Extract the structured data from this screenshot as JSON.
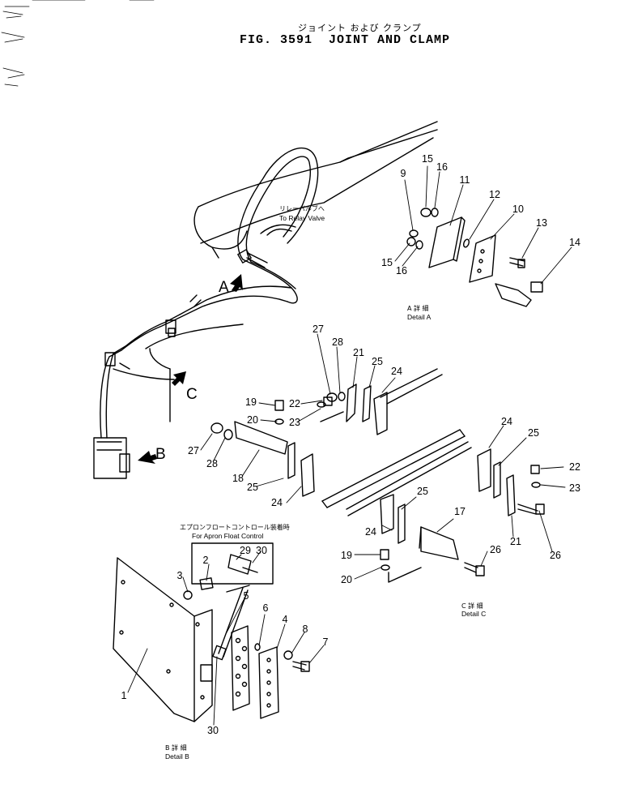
{
  "header": {
    "title_jp": "ジョイント および クランプ",
    "title": "FIG. 3591  JOINT AND CLAMP"
  },
  "notes": {
    "relay_jp": "リレーバルブへ",
    "relay_en": "To Relay Valve",
    "apron_jp": "エプロンフロートコントロール装着時",
    "apron_en": "For Apron Float Control",
    "detail_a_jp": "A 詳 細",
    "detail_a_en": "Detail A",
    "detail_b_jp": "B 詳 細",
    "detail_b_en": "Detail B",
    "detail_c_jp": "C 詳 細",
    "detail_c_en": "Detail C"
  },
  "view_markers": [
    "A",
    "B",
    "C"
  ],
  "part_numbers": [
    "1",
    "2",
    "3",
    "4",
    "5",
    "6",
    "7",
    "8",
    "9",
    "10",
    "11",
    "12",
    "13",
    "14",
    "15",
    "16",
    "17",
    "18",
    "19",
    "20",
    "21",
    "22",
    "23",
    "24",
    "25",
    "26",
    "27",
    "28",
    "29",
    "30"
  ],
  "callouts": [
    {
      "id": "15a",
      "label": "15"
    },
    {
      "id": "16a",
      "label": "16"
    },
    {
      "id": "9",
      "label": "9"
    },
    {
      "id": "11",
      "label": "11"
    },
    {
      "id": "12",
      "label": "12"
    },
    {
      "id": "10",
      "label": "10"
    },
    {
      "id": "13",
      "label": "13"
    },
    {
      "id": "14",
      "label": "14"
    },
    {
      "id": "15b",
      "label": "15"
    },
    {
      "id": "16b",
      "label": "16"
    },
    {
      "id": "27a",
      "label": "27"
    },
    {
      "id": "28a",
      "label": "28"
    },
    {
      "id": "21a",
      "label": "21"
    },
    {
      "id": "25a",
      "label": "25"
    },
    {
      "id": "24a",
      "label": "24"
    },
    {
      "id": "19a",
      "label": "19"
    },
    {
      "id": "22a",
      "label": "22"
    },
    {
      "id": "20a",
      "label": "20"
    },
    {
      "id": "23a",
      "label": "23"
    },
    {
      "id": "27b",
      "label": "27"
    },
    {
      "id": "28b",
      "label": "28"
    },
    {
      "id": "18",
      "label": "18"
    },
    {
      "id": "25b",
      "label": "25"
    },
    {
      "id": "24b",
      "label": "24"
    },
    {
      "id": "24c",
      "label": "24"
    },
    {
      "id": "25c",
      "label": "25"
    },
    {
      "id": "22b",
      "label": "22"
    },
    {
      "id": "23b",
      "label": "23"
    },
    {
      "id": "25d",
      "label": "25"
    },
    {
      "id": "24d",
      "label": "24"
    },
    {
      "id": "17",
      "label": "17"
    },
    {
      "id": "21b",
      "label": "21"
    },
    {
      "id": "26a",
      "label": "26"
    },
    {
      "id": "19b",
      "label": "19"
    },
    {
      "id": "20b",
      "label": "20"
    },
    {
      "id": "26b",
      "label": "26"
    },
    {
      "id": "29",
      "label": "29"
    },
    {
      "id": "30a",
      "label": "30"
    },
    {
      "id": "2",
      "label": "2"
    },
    {
      "id": "3",
      "label": "3"
    },
    {
      "id": "5",
      "label": "5"
    },
    {
      "id": "6",
      "label": "6"
    },
    {
      "id": "4",
      "label": "4"
    },
    {
      "id": "8",
      "label": "8"
    },
    {
      "id": "7",
      "label": "7"
    },
    {
      "id": "1",
      "label": "1"
    },
    {
      "id": "30b",
      "label": "30"
    }
  ]
}
